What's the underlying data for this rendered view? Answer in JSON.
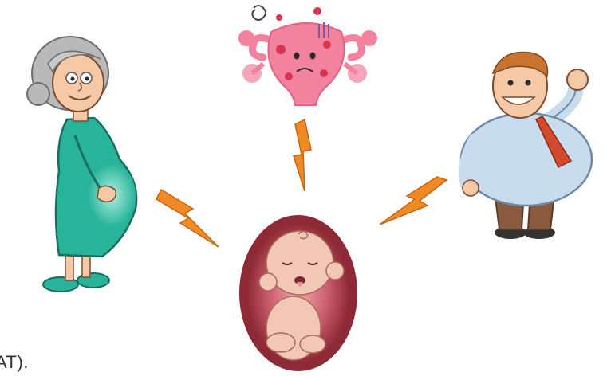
{
  "caption_fragment": "AT).",
  "colors": {
    "background": "#ffffff",
    "lightning": "#f08a24",
    "lightning_dark": "#c86412",
    "old_woman_dress": "#27b49a",
    "old_woman_hair": "#b9b9b9",
    "skin": "#f6c9a6",
    "uterus": "#f2829e",
    "uterus_spots": "#d8344f",
    "man_shirt": "#c9dcee",
    "man_tie": "#d44a2c",
    "man_pants": "#8a5a3f",
    "womb_outer": "#8e2a35",
    "womb_inner": "#c85b6b",
    "fetus_skin": "#f3c7b6"
  },
  "figures": [
    {
      "id": "older-pregnant-woman",
      "icon": "pregnant-elderly-woman-icon"
    },
    {
      "id": "sad-uterus",
      "icon": "uterus-icon"
    },
    {
      "id": "obese-man",
      "icon": "obese-man-icon"
    },
    {
      "id": "fetus-in-womb",
      "icon": "fetus-icon"
    }
  ],
  "arrows": [
    {
      "from": "older-pregnant-woman",
      "to": "fetus-in-womb",
      "icon": "lightning-arrow-icon"
    },
    {
      "from": "sad-uterus",
      "to": "fetus-in-womb",
      "icon": "lightning-arrow-icon"
    },
    {
      "from": "obese-man",
      "to": "fetus-in-womb",
      "icon": "lightning-arrow-icon"
    }
  ]
}
